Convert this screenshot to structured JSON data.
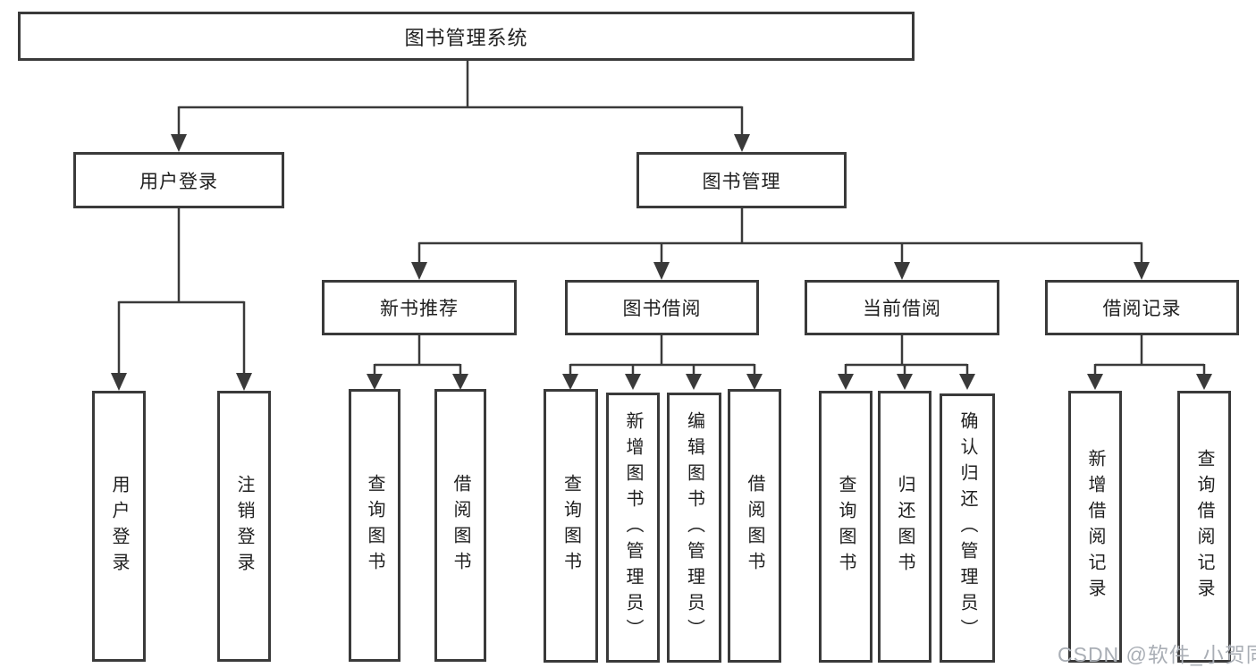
{
  "nodes": {
    "root": {
      "label": "图书管理系统"
    },
    "userLogin": {
      "label": "用户登录",
      "children": {
        "login": "用户登录",
        "logout": "注销登录"
      }
    },
    "bookMgmt": {
      "label": "图书管理"
    },
    "newBookRec": {
      "label": "新书推荐",
      "children": {
        "queryBooks": "查询图书",
        "borrowBooks": "借阅图书"
      }
    },
    "bookBorrow": {
      "label": "图书借阅",
      "children": {
        "queryBooks": "查询图书",
        "addBooks": "新增图书（管理员）",
        "editBooks": "编辑图书（管理员）",
        "borrowBooks": "借阅图书"
      }
    },
    "currentBorrow": {
      "label": "当前借阅",
      "children": {
        "queryBooks": "查询图书",
        "returnBooks": "归还图书",
        "confirmReturn": "确认归还（管理员）"
      }
    },
    "borrowRecords": {
      "label": "借阅记录",
      "children": {
        "addRecord": "新增借阅记录",
        "queryRecord": "查询借阅记录"
      }
    }
  },
  "watermark": {
    "text": "CSDN @软件_小贺同学"
  },
  "colors": {
    "line": "#3a3a3a",
    "text": "#1f1f1f",
    "watermark": "#a9aeb5",
    "background": "#ffffff"
  }
}
